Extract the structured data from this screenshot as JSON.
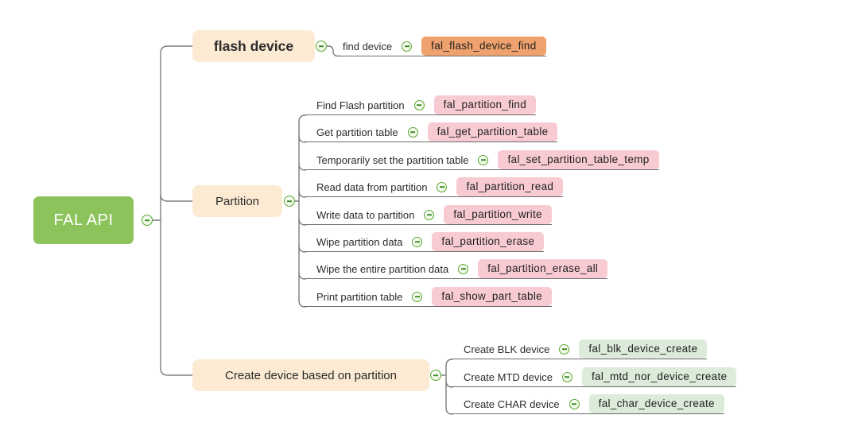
{
  "title": "FAL API mind map",
  "colors": {
    "root-bg": "#8cc45b",
    "branch-bg": "#fcead3",
    "orange": "#f0a26e",
    "pink": "#f8cbd3",
    "green": "#dcebda",
    "line": "#7d7d7d",
    "underline": "#6b6b6b",
    "icon-border": "#5aa733",
    "icon-minus": "#3f8f2a",
    "icon-bg": "#f1f9e7",
    "text": "#2b2b2b"
  },
  "root": {
    "label": "FAL API"
  },
  "icons": {
    "collapse": "minus-circle"
  },
  "branches": [
    {
      "label": "flash device",
      "children": [
        {
          "label": "find device",
          "code": "fal_flash_device_find"
        }
      ]
    },
    {
      "label": "Partition",
      "children": [
        {
          "label": "Find Flash partition",
          "code": "fal_partition_find"
        },
        {
          "label": "Get partition table",
          "code": "fal_get_partition_table"
        },
        {
          "label": "Temporarily set the partition table",
          "code": "fal_set_partition_table_temp"
        },
        {
          "label": "Read data from partition",
          "code": "fal_partition_read"
        },
        {
          "label": "Write data to partition",
          "code": "fal_partition_write"
        },
        {
          "label": "Wipe partition data",
          "code": "fal_partition_erase"
        },
        {
          "label": "Wipe the entire partition data",
          "code": "fal_partition_erase_all"
        },
        {
          "label": "Print partition table",
          "code": "fal_show_part_table"
        }
      ]
    },
    {
      "label": "Create device based on partition",
      "children": [
        {
          "label": "Create BLK device",
          "code": "fal_blk_device_create"
        },
        {
          "label": "Create MTD device",
          "code": "fal_mtd_nor_device_create"
        },
        {
          "label": "Create CHAR device",
          "code": "fal_char_device_create"
        }
      ]
    }
  ]
}
